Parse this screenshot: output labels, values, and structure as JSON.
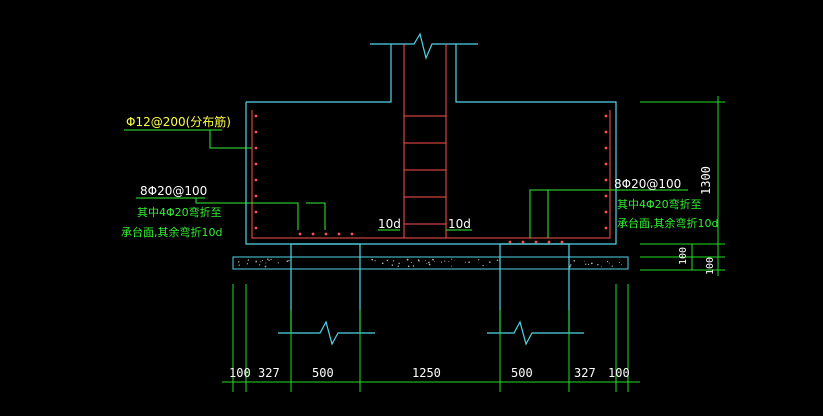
{
  "colors": {
    "background": "#000000",
    "concrete_outline": "#4fd6e8",
    "rebar": "#ff5050",
    "dimension": "#22dd22",
    "leader": "#33ee33",
    "annotation_yellow": "#ffff44",
    "annotation_white": "#ffffff",
    "annotation_green": "#33ee33",
    "blinding": "#bbbbbb"
  },
  "labels": {
    "top_distribution": "Φ12@200(分布筋)",
    "left_main": "8Φ20@100",
    "left_note_1": "其中4Φ20弯折至",
    "left_note_2": "承台面,其余弯折10d",
    "right_main": "8Φ20@100",
    "right_note_1": "其中4Φ20弯折至",
    "right_note_2": "承台面,其余弯折10d",
    "anchor_left": "10d",
    "anchor_right": "10d"
  },
  "dimensions": {
    "bottom": [
      "100",
      "327",
      "500",
      "1250",
      "500",
      "327",
      "100"
    ],
    "right_height": "1300",
    "right_small_1": "100",
    "right_small_2": "100"
  }
}
